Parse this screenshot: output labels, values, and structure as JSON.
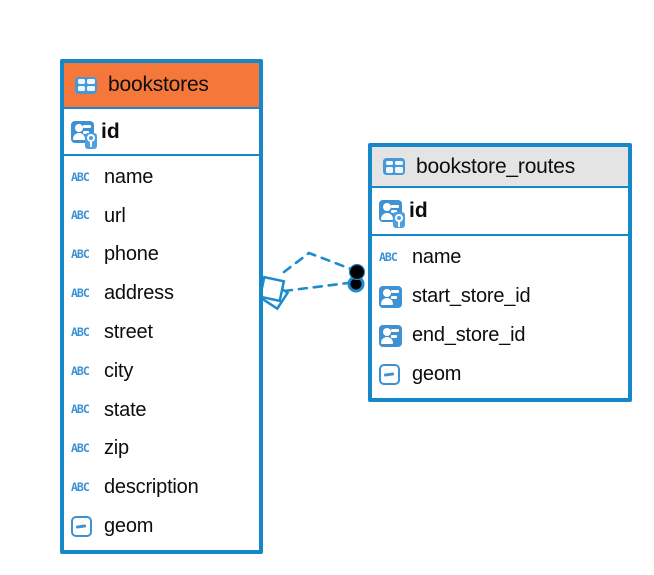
{
  "diagram_type": "entity-relationship",
  "colors": {
    "background": "#ffffff",
    "table_border": "#1688c9",
    "icon_blue": "#3e92d4",
    "selected_header_orange": "#f5783a",
    "header_gray": "#e4e4e4",
    "text": "#0d0d0d",
    "relationship_line": "#1e8bcd",
    "endpoint_dot": "#000000"
  },
  "icons": {
    "text_type_glyph": "ABC"
  },
  "tables": [
    {
      "title": "bookstores",
      "header_style": "orange-selected",
      "pk": "id",
      "columns": [
        {
          "name": "name",
          "type": "text"
        },
        {
          "name": "url",
          "type": "text"
        },
        {
          "name": "phone",
          "type": "text"
        },
        {
          "name": "address",
          "type": "text"
        },
        {
          "name": "street",
          "type": "text"
        },
        {
          "name": "city",
          "type": "text"
        },
        {
          "name": "state",
          "type": "text"
        },
        {
          "name": "zip",
          "type": "text"
        },
        {
          "name": "description",
          "type": "text"
        },
        {
          "name": "geom",
          "type": "geometry"
        }
      ]
    },
    {
      "title": "bookstore_routes",
      "header_style": "gray",
      "pk": "id",
      "columns": [
        {
          "name": "name",
          "type": "text"
        },
        {
          "name": "start_store_id",
          "type": "reference"
        },
        {
          "name": "end_store_id",
          "type": "reference"
        },
        {
          "name": "geom",
          "type": "geometry"
        }
      ]
    }
  ],
  "relationships": {
    "from_table": "bookstores",
    "to_table": "bookstore_routes",
    "line_style": "dashed",
    "line_count": 2,
    "from_marker": "diamond",
    "to_marker": "filled-dot"
  }
}
